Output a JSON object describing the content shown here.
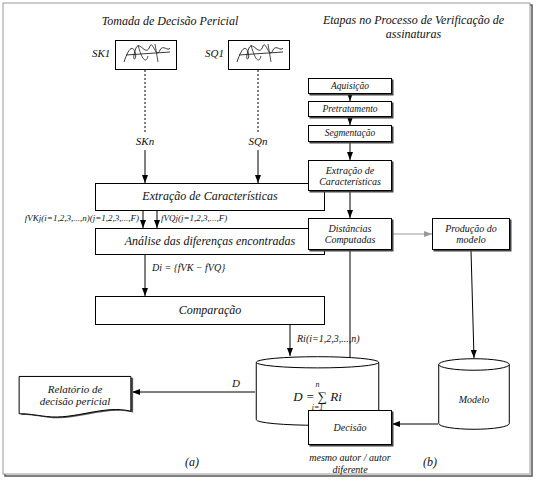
{
  "diagram": {
    "nodes": [
      {
        "text": [
          "SK1"
        ]
      },
      {
        "text": [
          "SQ1"
        ]
      },
      {
        "text": [
          "Extração de Características"
        ]
      },
      {
        "text": [
          "Análise das diferenças encontradas"
        ]
      },
      {
        "text": [
          "Comparação"
        ]
      },
      {
        "text": [
          "n",
          "D = ∑ Ri",
          "i=1"
        ]
      },
      {
        "text": [
          "Relatório de decisão pericial"
        ]
      },
      {
        "text": [
          "Aquisição"
        ]
      },
      {
        "text": [
          "Pretratamento"
        ]
      },
      {
        "text": [
          "Segmentação"
        ]
      },
      {
        "text": [
          "Extração de Características"
        ]
      },
      {
        "text": [
          "Distâncias Computadas"
        ]
      },
      {
        "text": [
          "Produção do modelo"
        ]
      },
      {
        "text": [
          "Decisão"
        ]
      },
      {
        "text": [
          "Modelo"
        ]
      }
    ],
    "edges": [
      {
        "from": 0,
        "to": 2,
        "arrow": "to",
        "label": "SKn"
      },
      {
        "from": 1,
        "to": 2,
        "arrow": "to",
        "label": "SQn"
      },
      {
        "from": 2,
        "to": 3,
        "arrow": "to",
        "label": "fVKj(i=1,2,3,...,n)(j=1,2,3,...,F)"
      },
      {
        "from": 2,
        "to": 3,
        "arrow": "to",
        "label": "fVQj(j=1,2,3,...,F)"
      },
      {
        "from": 3,
        "to": 4,
        "arrow": "to",
        "label": "Di = {fVK − fVQ}"
      },
      {
        "from": 4,
        "to": 5,
        "arrow": "to",
        "label": "Ri(i=1,2,3,...,n)"
      },
      {
        "from": 5,
        "to": 6,
        "arrow": "to",
        "label": "D"
      },
      {
        "from": 7,
        "to": 8,
        "arrow": "to"
      },
      {
        "from": 8,
        "to": 9,
        "arrow": "to"
      },
      {
        "from": 9,
        "to": 10,
        "arrow": "to"
      },
      {
        "from": 10,
        "to": 11,
        "arrow": "to"
      },
      {
        "from": 11,
        "to": 12,
        "arrow": "to"
      },
      {
        "from": 12,
        "to": 14,
        "arrow": "to"
      },
      {
        "from": 11,
        "to": 13,
        "arrow": "to"
      },
      {
        "from": 14,
        "to": 13,
        "arrow": "to"
      }
    ],
    "labels": [
      "Tomada de Decisão Pericial",
      "Etapas no Processo de Verificação de assinaturas",
      "mesmo autor / autor diferente",
      "(a)",
      "(b)"
    ]
  }
}
